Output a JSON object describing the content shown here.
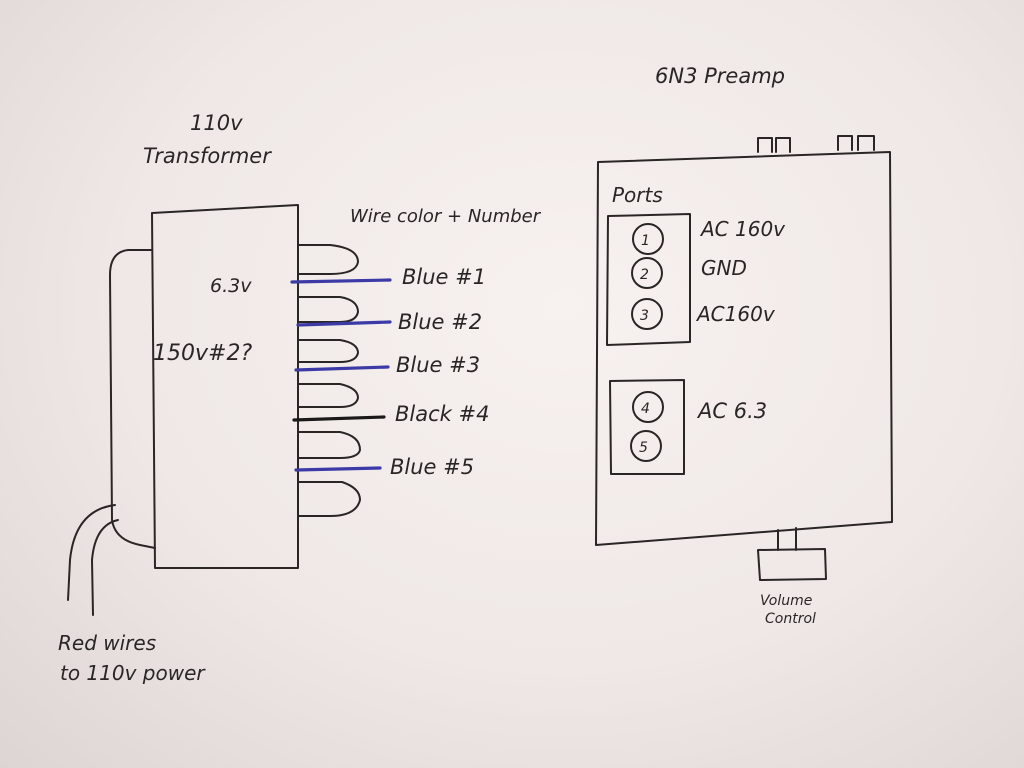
{
  "transformer": {
    "title_line1": "110v",
    "title_line2": "Transformer",
    "label_63": "6.3v",
    "label_150": "150v#2?"
  },
  "wire_header": "Wire color + Number",
  "wires": [
    {
      "label": "Blue #1",
      "color": "#3b3aa6"
    },
    {
      "label": "Blue #2",
      "color": "#3b3aa6"
    },
    {
      "label": "Blue #3",
      "color": "#3b3aa6"
    },
    {
      "label": "Black #4",
      "color": "#1a1818"
    },
    {
      "label": "Blue #5",
      "color": "#3b3aa6"
    }
  ],
  "preamp": {
    "title": "6N3 Preamp",
    "ports_label": "Ports",
    "ports": [
      {
        "num": "1",
        "label": "AC 160v"
      },
      {
        "num": "2",
        "label": "GND"
      },
      {
        "num": "3",
        "label": "AC160v"
      },
      {
        "num": "4",
        "label": "AC 6.3"
      },
      {
        "num": "5",
        "label": ""
      }
    ],
    "volume_line1": "Volume",
    "volume_line2": "Control"
  },
  "power_note": {
    "line1": "Red wires",
    "line2": "to 110v power"
  }
}
